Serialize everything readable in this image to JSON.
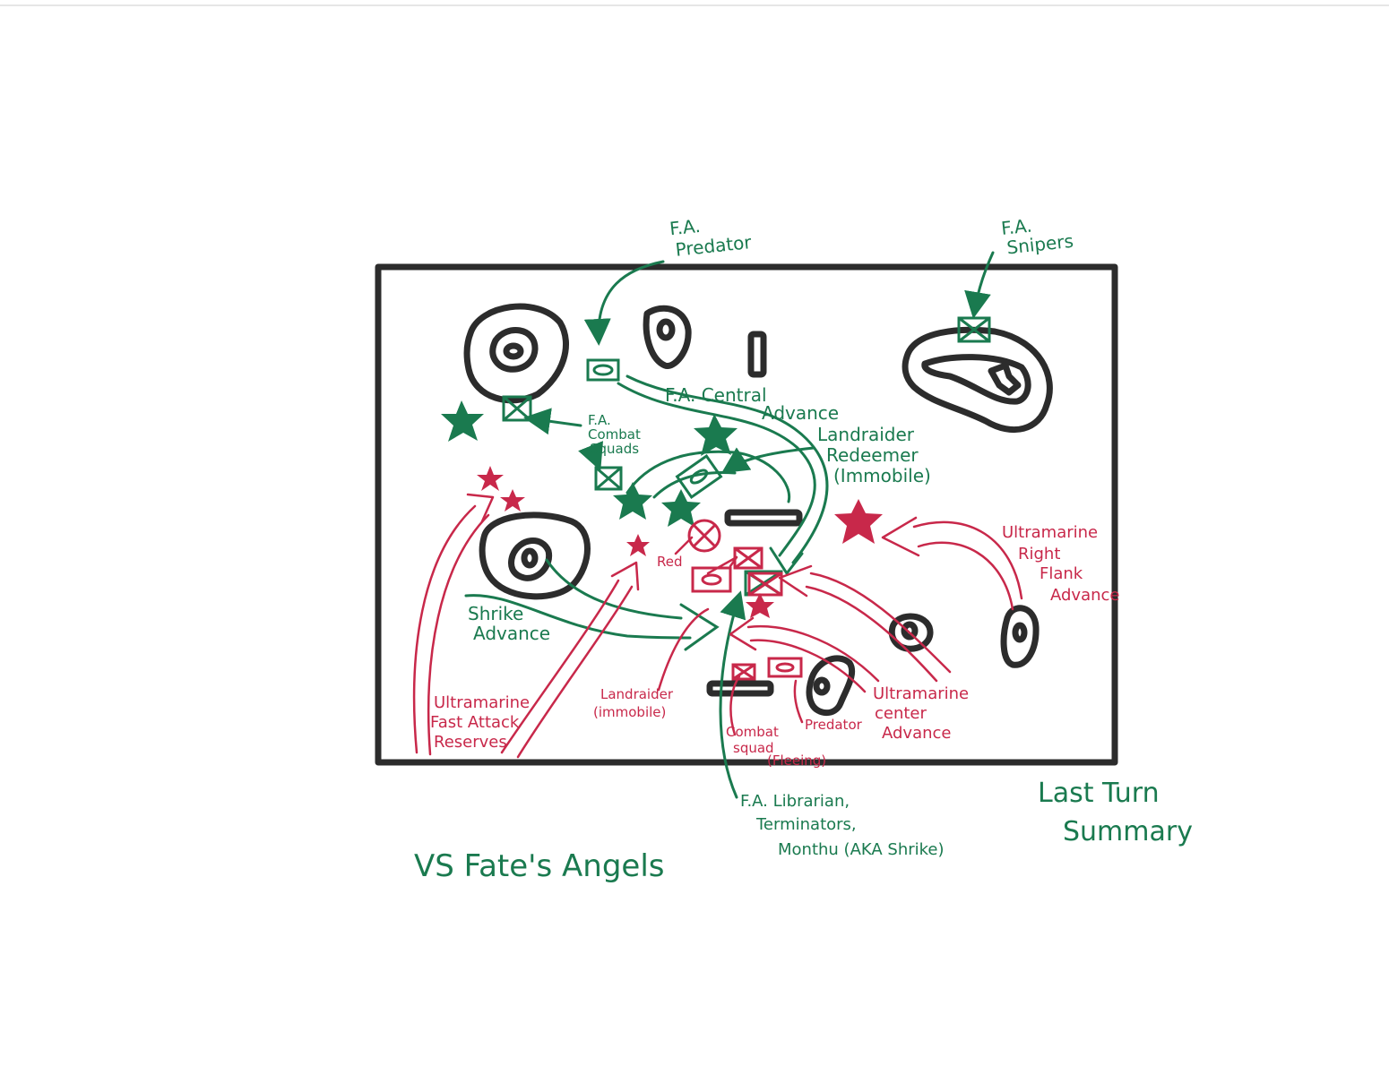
{
  "colors": {
    "paper": "#ffffff",
    "terrain": "#2c2c2c",
    "fates_angels_green": "#1a7a4f",
    "ultramarine_red": "#c8284a"
  },
  "labels": {
    "fa_predator": [
      "F.A.",
      "Predator"
    ],
    "fa_snipers": [
      "F.A.",
      "Snipers"
    ],
    "fa_central_advance": [
      "F.A. Central",
      "Advance"
    ],
    "fa_combat_squads": [
      "F.A.",
      "Combat",
      "Squads"
    ],
    "landraider_redeemer": [
      "Landraider",
      "Redeemer",
      "(Immobile)"
    ],
    "ultramarine_right_flank": [
      "Ultramarine",
      "Right",
      "Flank",
      "Advance"
    ],
    "red": "Red",
    "shrike_advance": [
      "Shrike",
      "Advance"
    ],
    "ultramarine_fast_attack": [
      "Ultramarine",
      "Fast Attack",
      "Reserves"
    ],
    "landraider_immobile": [
      "Landraider",
      "(immobile)"
    ],
    "combat_squad_fleeing": [
      "Combat",
      "squad",
      "(Fleeing)"
    ],
    "predator": "Predator",
    "ultramarine_center": [
      "Ultramarine",
      "center",
      "Advance"
    ],
    "fa_librarian": [
      "F.A. Librarian,",
      "Terminators,",
      "Monthu (AKA Shrike)"
    ],
    "last_turn_summary": [
      "Last Turn",
      "Summary"
    ],
    "vs_title": "VS Fate's Angels"
  }
}
